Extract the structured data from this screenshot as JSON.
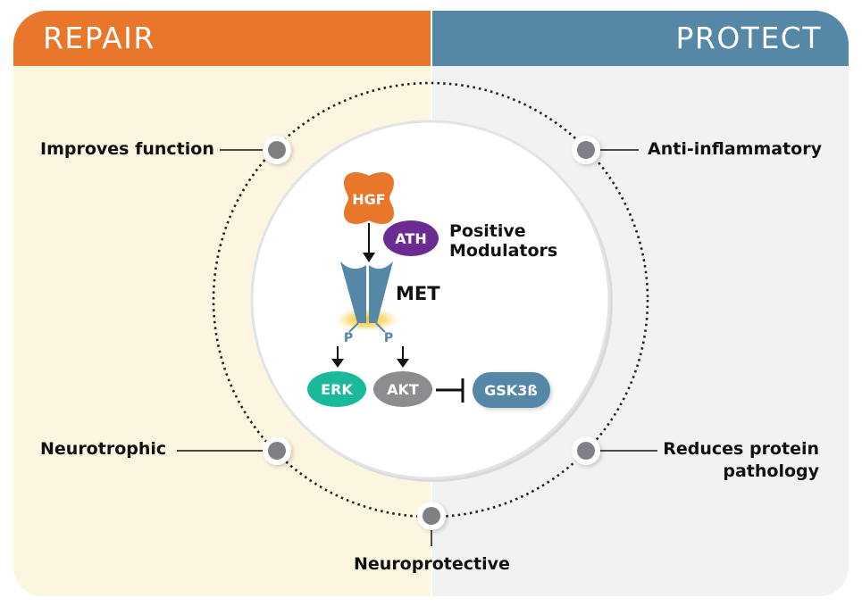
{
  "headers": {
    "left": "REPAIR",
    "right": "PROTECT"
  },
  "colors": {
    "repair": "#e8762b",
    "protect": "#5587a7",
    "repair_bg": "#fcf5df",
    "protect_bg": "#f1f2f2",
    "hgf": "#e8762b",
    "ath": "#6a2c91",
    "met": "#5587a7",
    "erk": "#19b99a",
    "akt": "#8c8d90",
    "gsk": "#5587a7",
    "node": "#808084"
  },
  "outcomes": {
    "improves_function": "Improves function",
    "anti_inflammatory": "Anti-inflammatory",
    "neurotrophic": "Neurotrophic",
    "reduces_protein_line1": "Reduces protein",
    "reduces_protein_line2": "pathology",
    "neuroprotective": "Neuroprotective"
  },
  "pathway": {
    "hgf": "HGF",
    "ath": "ATH",
    "modulators_line1": "Positive",
    "modulators_line2": "Modulators",
    "met": "MET",
    "p_left": "P",
    "p_right": "P",
    "erk": "ERK",
    "akt": "AKT",
    "gsk": "GSK3ß"
  }
}
